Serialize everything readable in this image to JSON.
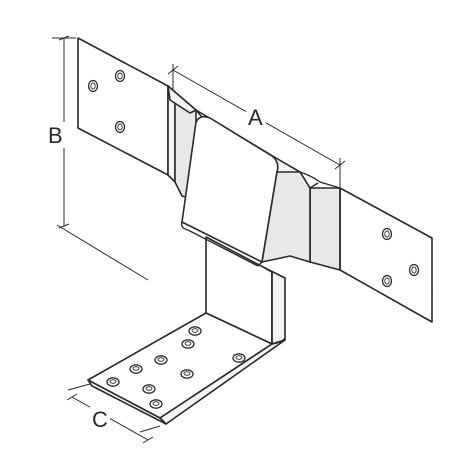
{
  "dimension_labels": {
    "a": "A",
    "b": "B",
    "c": "C"
  }
}
